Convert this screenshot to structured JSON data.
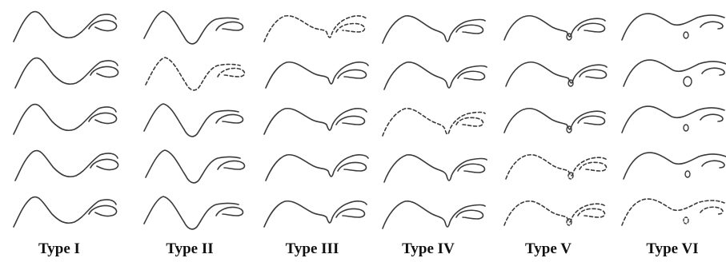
{
  "columns": [
    {
      "label": "Type I",
      "dashed_rows": [],
      "variant": "plain"
    },
    {
      "label": "Type II",
      "dashed_rows": [
        1
      ],
      "variant": "deep-notch"
    },
    {
      "label": "Type III",
      "dashed_rows": [
        0
      ],
      "variant": "narrow-cleft"
    },
    {
      "label": "Type IV",
      "dashed_rows": [
        2
      ],
      "variant": "cleft-reaches"
    },
    {
      "label": "Type V",
      "dashed_rows": [
        3,
        4
      ],
      "variant": "cleft-loop"
    },
    {
      "label": "Type VI",
      "dashed_rows": [
        4
      ],
      "variant": "separate-island"
    }
  ],
  "rows": 5,
  "colors": {
    "stroke": "#3a3a3a",
    "label": "#111111",
    "background": "#ffffff"
  }
}
